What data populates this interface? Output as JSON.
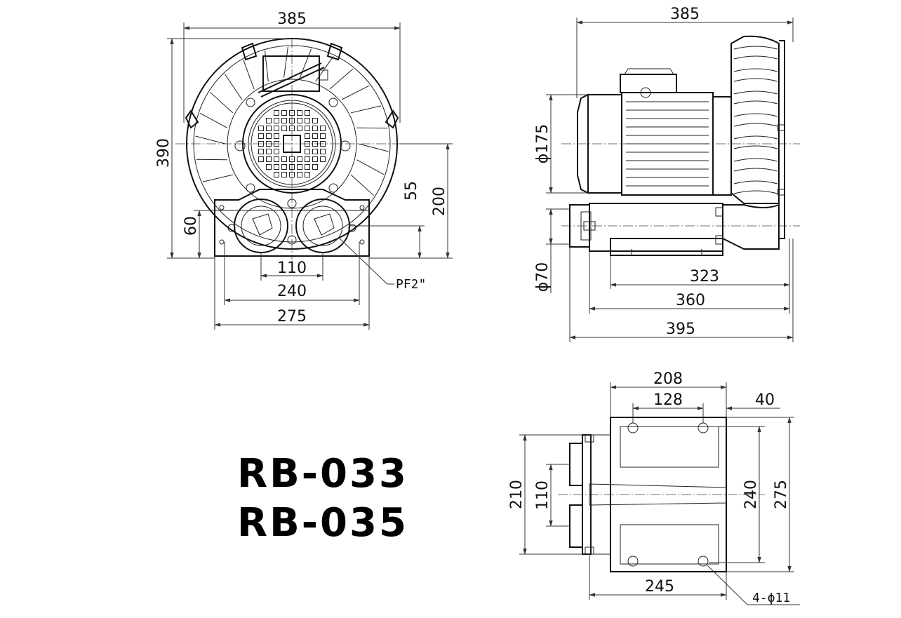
{
  "front_view": {
    "width_top": "385",
    "height_total": "390",
    "height_center": "200",
    "offset_55": "55",
    "offset_60": "60",
    "port_spacing": "110",
    "base_inner": "240",
    "base_outer": "275",
    "port_label": "PF2\""
  },
  "side_view": {
    "width_top": "385",
    "motor_dia": "ϕ175",
    "port_dia": "ϕ70",
    "len_323": "323",
    "len_360": "360",
    "len_395": "395"
  },
  "bottom_view": {
    "w_208": "208",
    "w_128": "128",
    "w_40": "40",
    "h_210": "210",
    "h_110": "110",
    "h_240": "240",
    "h_275": "275",
    "w_245": "245",
    "holes": "4-ϕ11"
  },
  "models": [
    "RB-033",
    "RB-035"
  ]
}
